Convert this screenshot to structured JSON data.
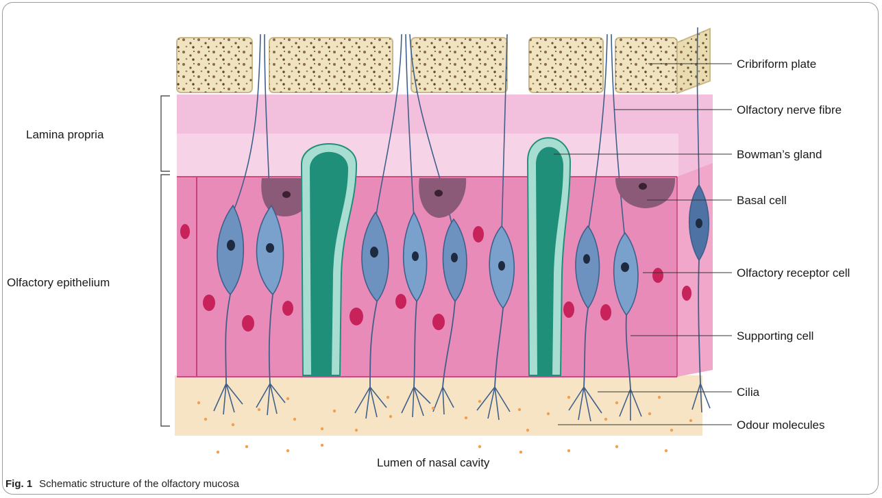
{
  "labels": {
    "right": [
      "Cribriform plate",
      "Olfactory nerve fibre",
      "Bowman’s gland",
      "Basal cell",
      "Olfactory receptor cell",
      "Supporting cell",
      "Cilia",
      "Odour molecules"
    ],
    "left": [
      "Lamina propria",
      "Olfactory epithelium"
    ],
    "bottom": "Lumen of nasal cavity"
  },
  "caption": {
    "number": "Fig. 1",
    "text": "Schematic structure of the olfactory mucosa"
  },
  "colors": {
    "bone": "#efe4bf",
    "lamina": "#f2bfdc",
    "epithelium": "#e88bb8",
    "receptor": "#6e92c0",
    "gland": "#1f8f7a",
    "gland_rim": "#a8ded2",
    "basal": "#8a5a78",
    "nucleus": "#c8225a",
    "mucus": "#f6e4c4",
    "odour": "#f0a050"
  }
}
